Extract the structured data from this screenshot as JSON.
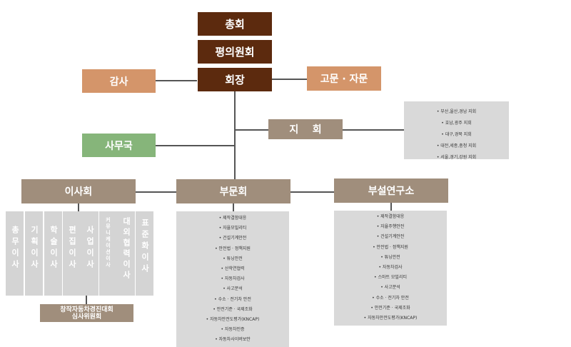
{
  "top": {
    "general_assembly": "총회",
    "council": "평의원회",
    "president": "회장",
    "audit": "감사",
    "advisory": "고문 · 자문",
    "secretariat": "사무국",
    "branch": "지    회"
  },
  "branch_list": [
    "부산,울산,경남 지회",
    "호남,광주 지회",
    "대구,경북 지회",
    "대전,세종,충청 지회",
    "서울,경기,강원 지회"
  ],
  "board": {
    "title": "이사회",
    "members": [
      "총무이사",
      "기획이사",
      "학술이사",
      "편집이사",
      "사업이사",
      "커뮤니케이션이사",
      "대외협력이사",
      "표준화이사"
    ],
    "committee": "창작자동차경진대회\n심사위원회"
  },
  "divisions": {
    "title": "부문회",
    "items": [
      "제작결함대응",
      "자율모빌리티",
      "건설기계안전",
      "안전법 · 정책지원",
      "튜닝안전",
      "산학연협력",
      "자동차검사",
      "사고분석",
      "수소 · 전기차 안전",
      "안전기준 · 국제조화",
      "자동차안전도평가(KNCAP)",
      "자동차인증",
      "자동차사이버보안"
    ]
  },
  "institute": {
    "title": "부설연구소",
    "items": [
      "제작결함대응",
      "자율주행안전",
      "건설기계안전",
      "안전법 · 정책지원",
      "튜닝안전",
      "자동차검사",
      "스마트 모빌리티",
      "사고분석",
      "수소 · 전기차 안전",
      "안전기준 · 국제조화",
      "자동차안전도평가(KNCAP)"
    ]
  }
}
